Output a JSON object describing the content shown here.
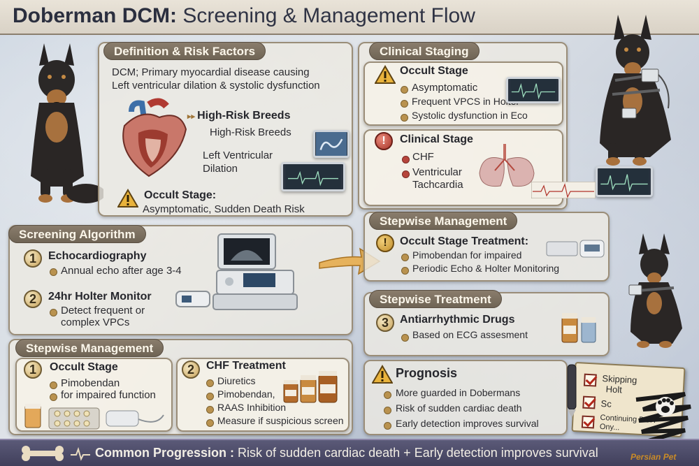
{
  "title": {
    "bold": "Doberman DCM:",
    "rest": " Screening & Management Flow"
  },
  "definition": {
    "header": "Definition & Risk Factors",
    "line1": "DCM; Primary myocardial disease causing",
    "line2": "Left ventricular dilation & systolic dysfunction",
    "breeds_head": "High-Risk Breeds",
    "breeds_sub": "High-Risk Breeds",
    "lv1": "Left Ventricular",
    "lv2": "Dilation",
    "occult_head": "Occult Stage:",
    "occult_sub": "Asymptomatic, Sudden Death Risk"
  },
  "screening": {
    "header": "Screening Algorithm",
    "step1_num": "1",
    "step1_head": "Echocardiography",
    "step1_item": "Annual echo after age 3-4",
    "step2_num": "2",
    "step2_head": "24hr Holter Monitor",
    "step2_item1": "Detect frequent or",
    "step2_item2": "complex VPCs"
  },
  "mgmt_left": {
    "header": "Stepwise Management",
    "a_num": "1",
    "a_head": "Occult Stage",
    "a_item1": "Pimobendan",
    "a_item2": "for impaired function",
    "b_num": "2",
    "b_head": "CHF Treatment",
    "b_items": [
      "Diuretics",
      "Pimobendan,",
      "RAAS Inhibition",
      "Measure if suspicious screen"
    ]
  },
  "staging": {
    "header": "Clinical Staging",
    "occult_head": "Occult Stage",
    "occult_items": [
      "Asymptomatic",
      "Frequent VPCS in Holter",
      "Systolic dysfunction in Eco"
    ],
    "clinical_head": "Clinical Stage",
    "clinical_items": [
      "CHF",
      "Ventricular",
      "Tachcardia"
    ]
  },
  "mgmt_right": {
    "header": "Stepwise Management",
    "head": "Occult Stage Treatment:",
    "items": [
      "Pimobendan for impaired",
      "Periodic Echo & Holter Monitoring"
    ]
  },
  "treatment": {
    "header": "Stepwise Treatment",
    "num": "3",
    "head": "Antiarrhythmic Drugs",
    "item": "Based on ECG assesment"
  },
  "prognosis": {
    "head": "Prognosis",
    "items": [
      "More guarded in Dobermans",
      "Risk of sudden cardiac death",
      "Early detection improves survival"
    ]
  },
  "notepad": {
    "lines": [
      "Skipping",
      "Holt",
      "Sc",
      "Continuing DCH",
      "Ony..."
    ]
  },
  "footer": {
    "lead": "Common Progression",
    "sep": ":",
    "text": " Risk of sudden cardiac death + Early detection improves survival"
  },
  "watermark": "Persian Pet",
  "colors": {
    "panel_header": "#7a6e5f",
    "accent_gold": "#b9924f",
    "accent_red": "#b6453c",
    "footer_bg": "#4b4a68"
  }
}
